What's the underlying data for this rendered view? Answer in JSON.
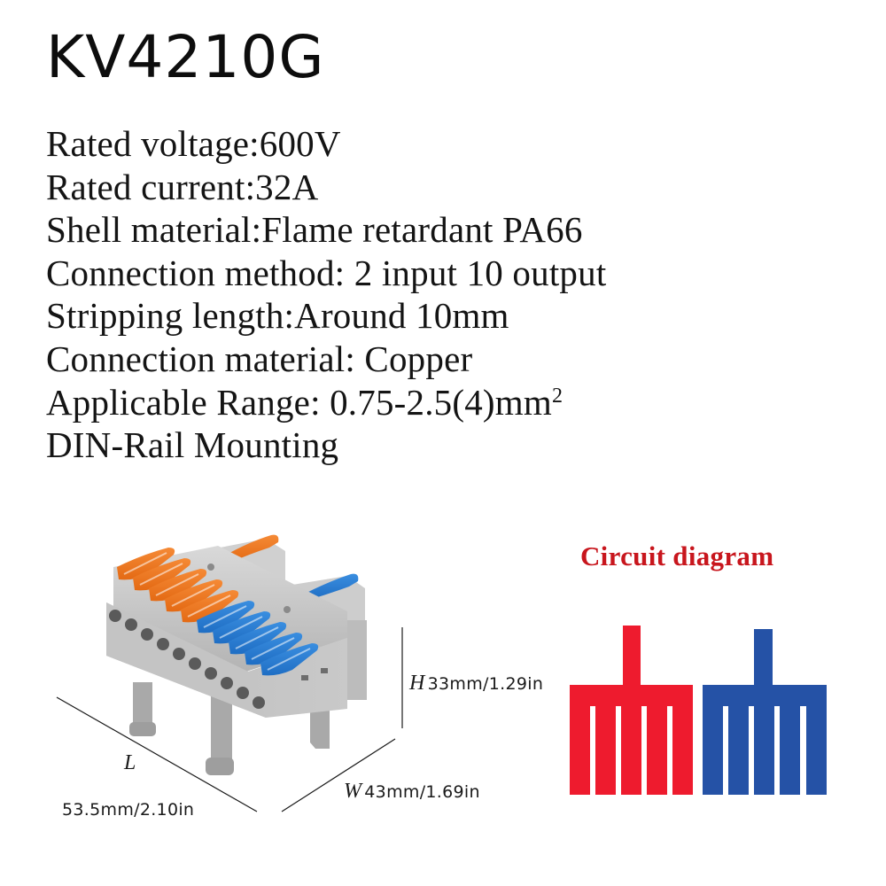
{
  "product": {
    "model": "KV4210G"
  },
  "specs": [
    {
      "label": "Rated voltage:",
      "value": "600V",
      "text": "Rated voltage:600V"
    },
    {
      "label": "Rated current:",
      "value": "32A",
      "text": "Rated current:32A"
    },
    {
      "label": "Shell material:",
      "value": "Flame retardant PA66",
      "text": "Shell material:Flame retardant PA66"
    },
    {
      "label": "Connection method:",
      "value": "2 input 10 output",
      "text": "Connection method: 2 input 10 output"
    },
    {
      "label": "Stripping length:",
      "value": "Around 10mm",
      "text": "Stripping length:Around 10mm"
    },
    {
      "label": "Connection material:",
      "value": "Copper",
      "text": "Connection material: Copper"
    },
    {
      "label": "Applicable Range:",
      "value": "0.75-2.5(4)mm²",
      "text": "Applicable Range: 0.75-2.5(4)mm",
      "superscript": "2"
    },
    {
      "label": "",
      "value": "DIN-Rail Mounting",
      "text": "DIN-Rail Mounting"
    }
  ],
  "dimensions": {
    "length": {
      "letter": "L",
      "value": "53.5mm/2.10in"
    },
    "width": {
      "letter": "W",
      "value": "43mm/1.69in"
    },
    "height": {
      "letter": "H",
      "value": "33mm/1.29in"
    }
  },
  "product_image": {
    "description": "Lever-type DIN-rail wire connector with 5 orange and 5 blue output levers plus one orange and one blue input lever",
    "lever_colors": {
      "input_a": "#f07a22",
      "input_b": "#2e7fd6",
      "body": "#c9c9c9"
    },
    "output_levers": {
      "orange": 5,
      "blue": 5
    },
    "input_levers": {
      "orange": 1,
      "blue": 1
    }
  },
  "circuit_diagram": {
    "title": "Circuit diagram",
    "title_color": "#c8161d",
    "groups": [
      {
        "name": "red",
        "color": "#ee1b2e",
        "inputs": 1,
        "outputs": 5
      },
      {
        "name": "blue",
        "color": "#2552a6",
        "inputs": 1,
        "outputs": 5
      }
    ]
  }
}
